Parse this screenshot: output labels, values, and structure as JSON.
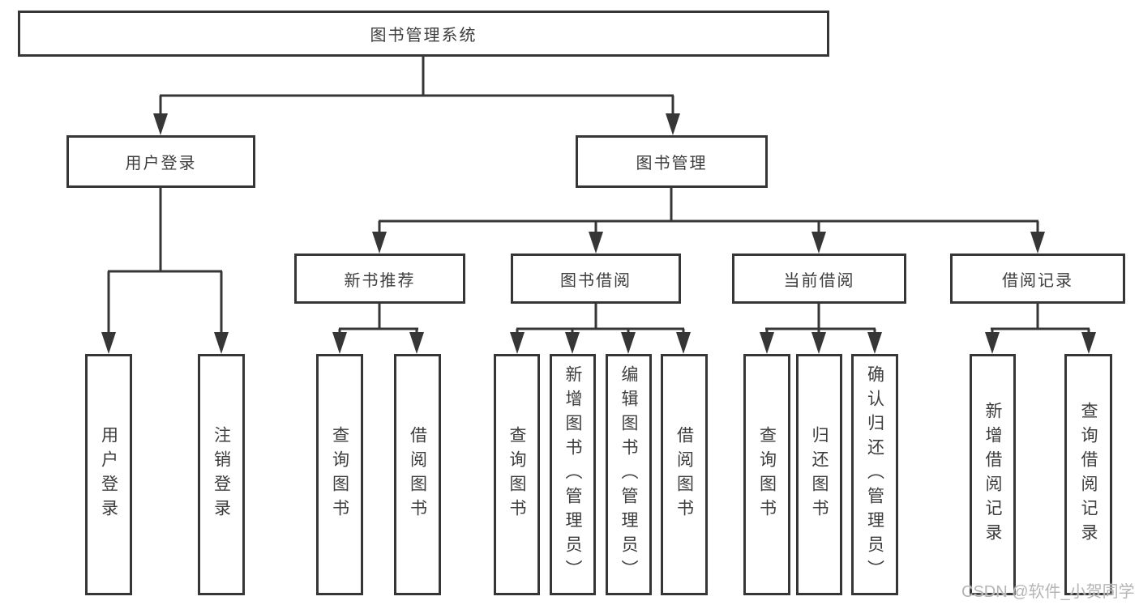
{
  "diagram": {
    "title": "图书管理系统",
    "level2": {
      "user_login": "用户登录",
      "book_management": "图书管理"
    },
    "level3": {
      "new_book_recommend": "新书推荐",
      "book_borrowing": "图书借阅",
      "current_borrowing": "当前借阅",
      "borrowing_records": "借阅记录"
    },
    "leaves": {
      "user_login": "用户登录",
      "logout": "注销登录",
      "recommend_query_book": "查询图书",
      "recommend_borrow_book": "借阅图书",
      "borrowing_query_book": "查询图书",
      "borrowing_add_book": "新增图书（管理员）",
      "borrowing_edit_book": "编辑图书（管理员）",
      "borrowing_borrow_book": "借阅图书",
      "current_query_book": "查询图书",
      "current_return_book": "归还图书",
      "current_confirm_return": "确认归还（管理员）",
      "records_add_record": "新增借阅记录",
      "records_query_record": "查询借阅记录"
    }
  },
  "watermark": {
    "text": "CSDN @软件_小贺同学",
    "color": "#b5b5b5"
  },
  "colors": {
    "line": "#363636",
    "box_border": "#363636",
    "text": "#3d3d3d",
    "background": "#ffffff"
  }
}
